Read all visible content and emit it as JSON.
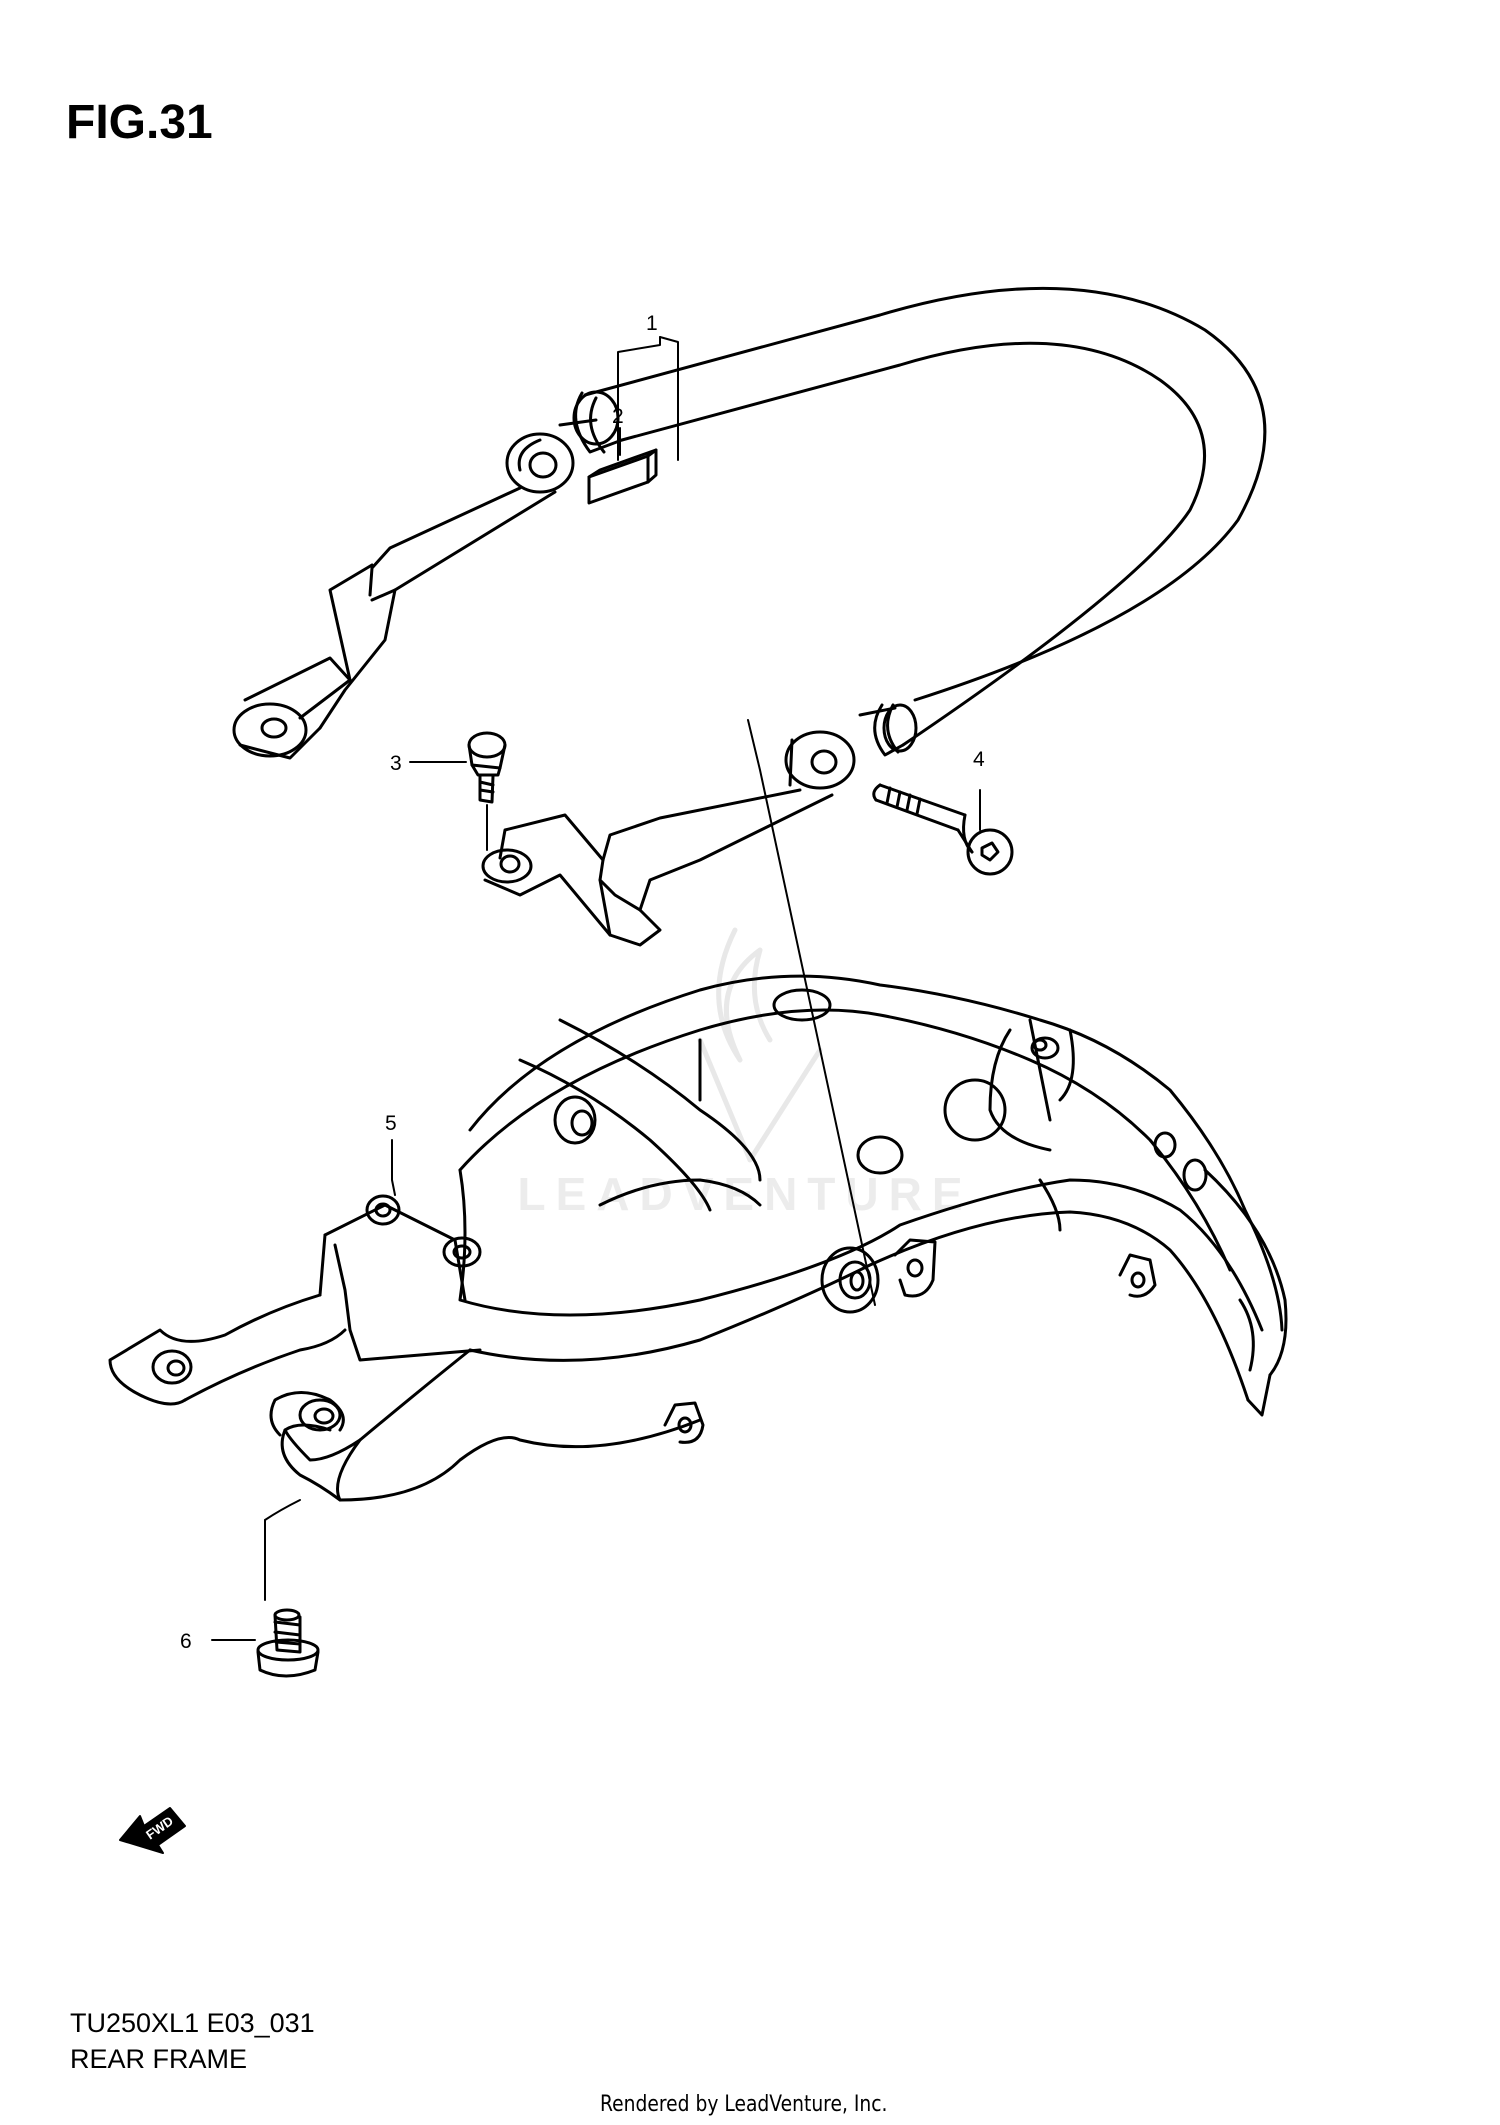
{
  "figure": {
    "title": "FIG.31"
  },
  "callouts": [
    {
      "id": "1",
      "label": "1"
    },
    {
      "id": "2",
      "label": "2"
    },
    {
      "id": "3",
      "label": "3"
    },
    {
      "id": "4",
      "label": "4"
    },
    {
      "id": "5",
      "label": "5"
    },
    {
      "id": "6",
      "label": "6"
    }
  ],
  "fwd_arrow": {
    "label": "FWD"
  },
  "watermark": {
    "text": "LEADVENTURE"
  },
  "caption": {
    "model_code": "TU250XL1 E03_031",
    "part_name": "REAR FRAME"
  },
  "footer": {
    "text": "Rendered by LeadVenture, Inc."
  },
  "colors": {
    "line": "#000000",
    "background": "#ffffff",
    "watermark": "#e6e6e6"
  }
}
